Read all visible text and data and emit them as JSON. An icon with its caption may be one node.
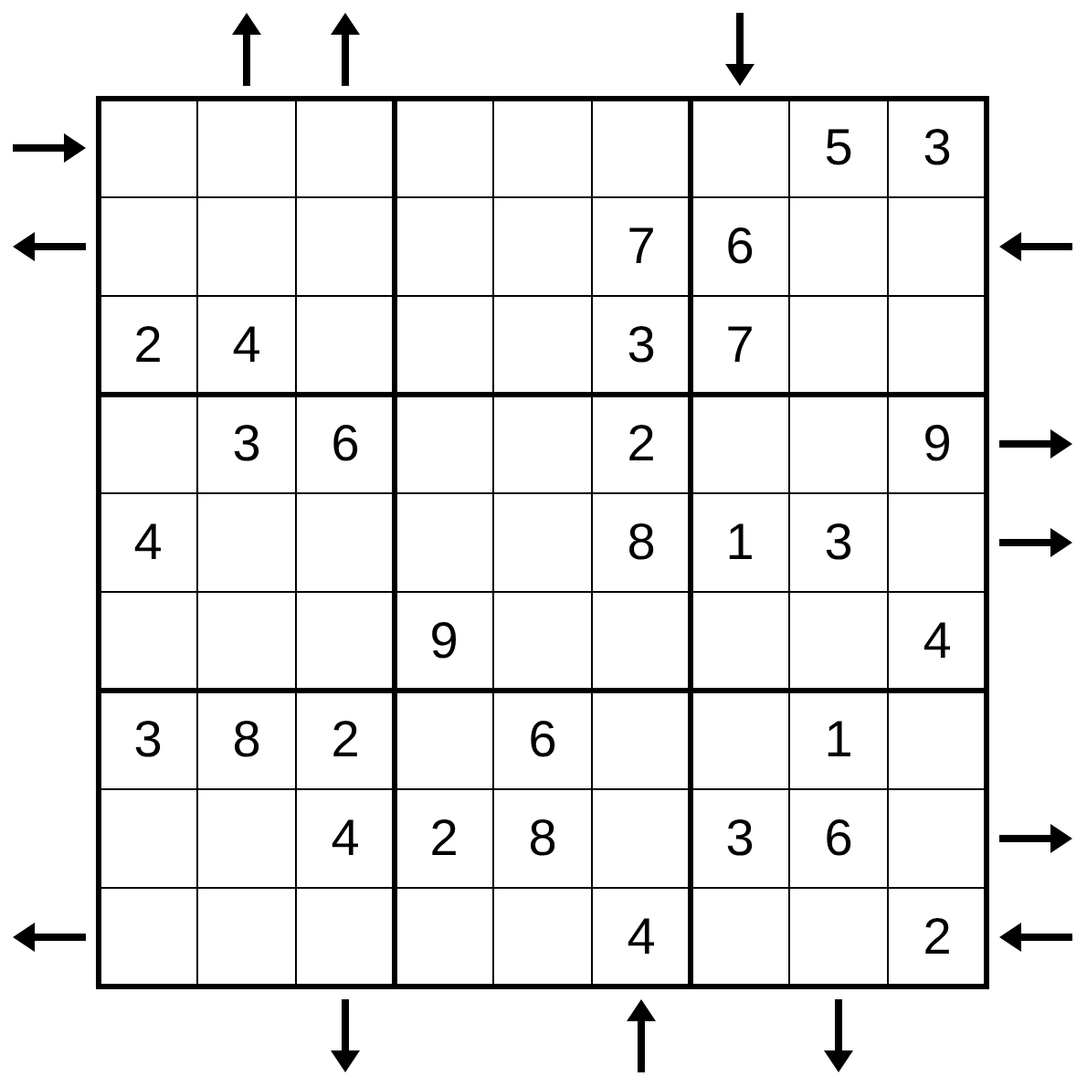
{
  "diagram": {
    "labels": [
      "5",
      "3",
      "7",
      "6",
      "2",
      "4",
      "3",
      "7",
      "3",
      "6",
      "2",
      "9",
      "4",
      "8",
      "1",
      "3",
      "9",
      "4",
      "3",
      "8",
      "2",
      "6",
      "1",
      "4",
      "2",
      "8",
      "3",
      "6",
      "4",
      "2"
    ]
  }
}
